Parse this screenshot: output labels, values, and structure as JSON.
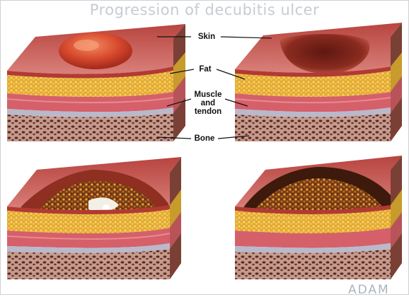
{
  "title": "Progression of decubitis ulcer",
  "labels": {
    "skin": "Skin",
    "fat": "Fat",
    "muscle": [
      "Muscle",
      "and",
      "tendon"
    ],
    "bone": "Bone"
  },
  "watermark": "ADAM",
  "stages": [
    "stage-1",
    "stage-2",
    "stage-3",
    "stage-4"
  ],
  "colors": {
    "skin": "#c9544f",
    "skin_dark": "#8d2a22",
    "fat": "#e9b43c",
    "muscle": "#d7646a",
    "tendon": "#b9b9cb",
    "bone": "#b48a7c",
    "bone_dark": "#5a2a22",
    "wound": "#6b3a1f",
    "exposed_bone": "#e4d5b7"
  }
}
